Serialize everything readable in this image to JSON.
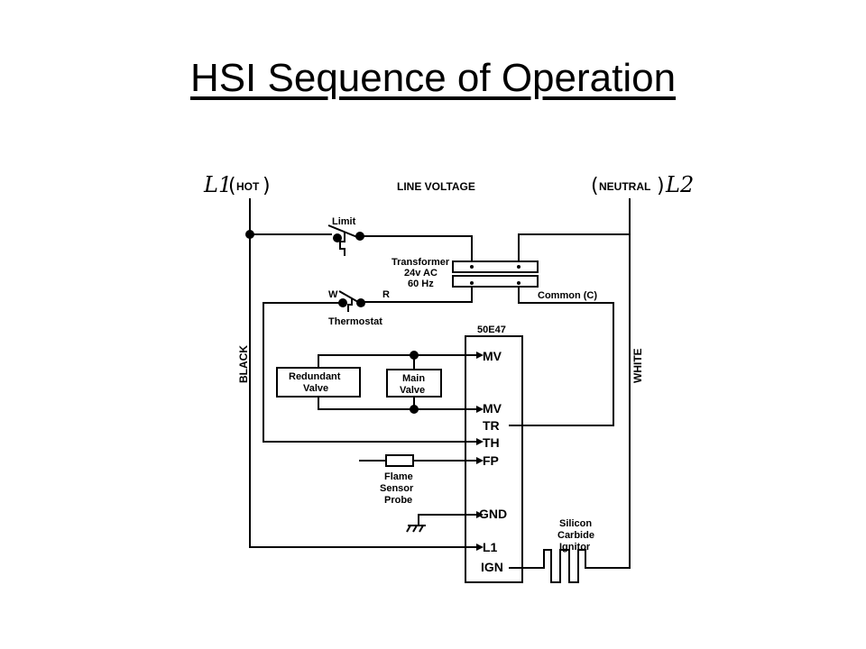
{
  "title": "HSI Sequence of Operation",
  "diagram": {
    "l1_hand": "L1",
    "l1_hot": "HOT",
    "line_voltage": "LINE VOLTAGE",
    "neutral": "NEUTRAL",
    "l2_hand": "L2",
    "limit": "Limit",
    "transformer": [
      "Transformer",
      "24v AC",
      "60 Hz"
    ],
    "thermostat_w": "W",
    "thermostat_r": "R",
    "thermostat": "Thermostat",
    "common": "Common (C)",
    "control_module": "50E47",
    "black": "BLACK",
    "white": "WHITE",
    "redundant_valve": [
      "Redundant",
      "Valve"
    ],
    "main_valve": [
      "Main",
      "Valve"
    ],
    "pins": [
      "MV",
      "MV",
      "TR",
      "TH",
      "FP",
      "GND",
      "L1",
      "IGN"
    ],
    "flame_sensor": [
      "Flame",
      "Sensor",
      "Probe"
    ],
    "ignitor": [
      "Silicon",
      "Carbide",
      "Ignitor"
    ]
  }
}
